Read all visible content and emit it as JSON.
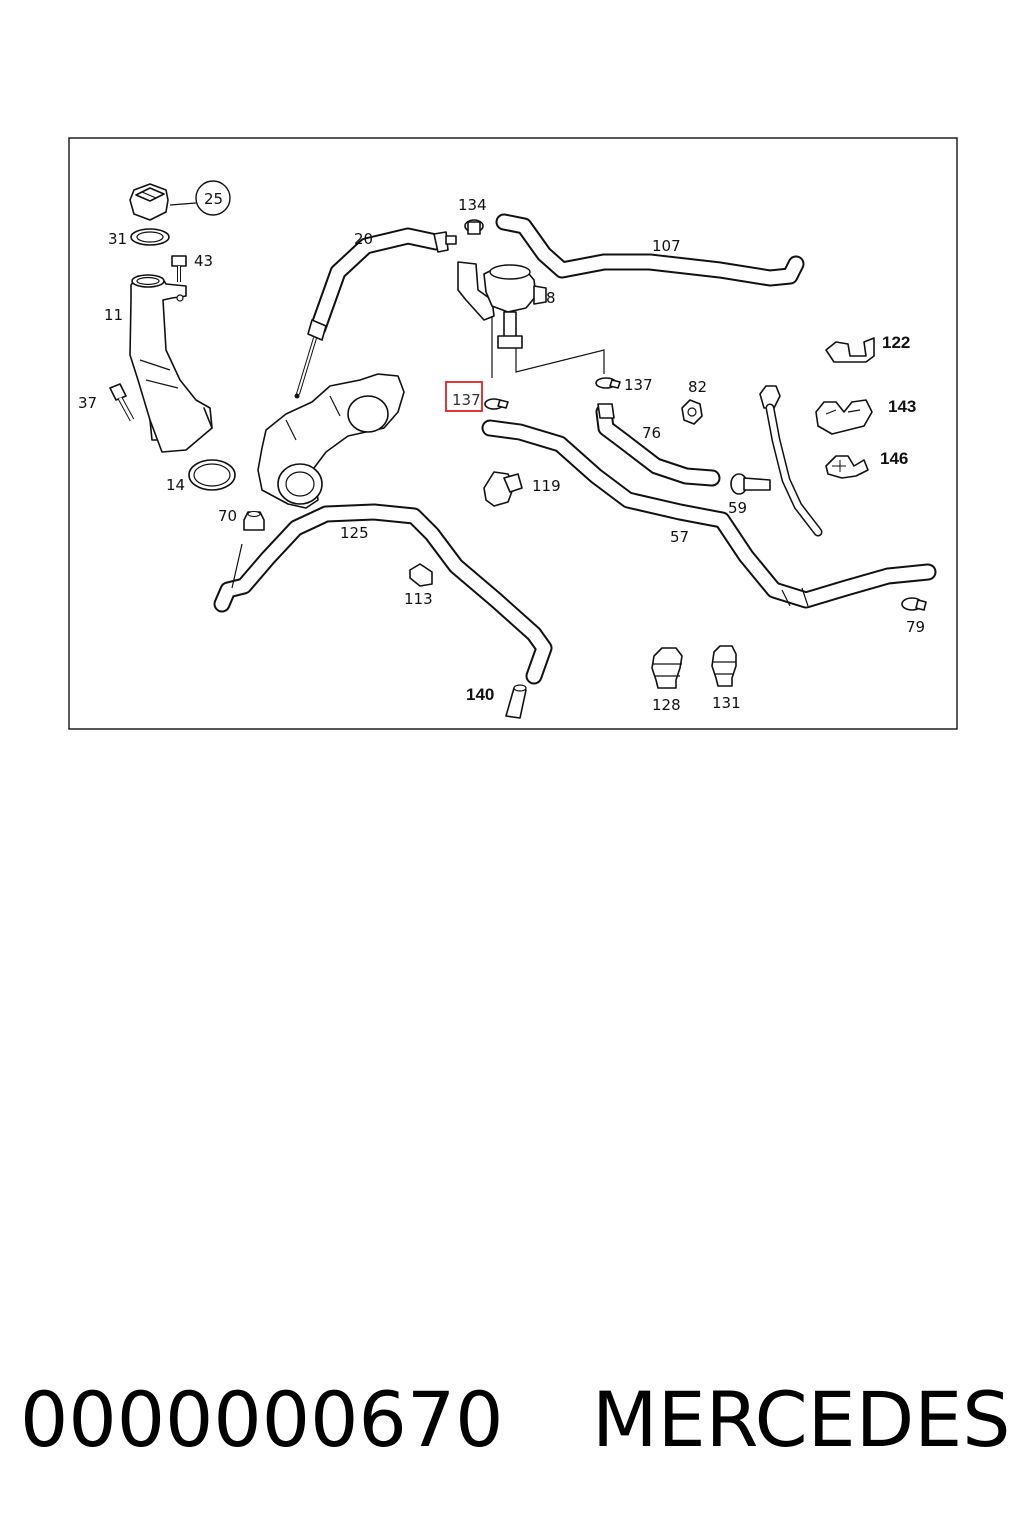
{
  "callouts": {
    "c25": "25",
    "c31": "31",
    "c43": "43",
    "c11": "11",
    "c37": "37",
    "c14": "14",
    "c70": "70",
    "c20": "20",
    "c134": "134",
    "c107": "107",
    "c8": "8",
    "c137_highlight": "137",
    "c137": "137",
    "c82": "82",
    "c76": "76",
    "c122": "122",
    "c143": "143",
    "c146": "146",
    "c119": "119",
    "c59": "59",
    "c57": "57",
    "c125": "125",
    "c113": "113",
    "c79": "79",
    "c140": "140",
    "c128": "128",
    "c131": "131"
  },
  "highlight_color": "#e02020",
  "footer": {
    "part_number": "0000000670",
    "brand": "MERCEDES"
  }
}
